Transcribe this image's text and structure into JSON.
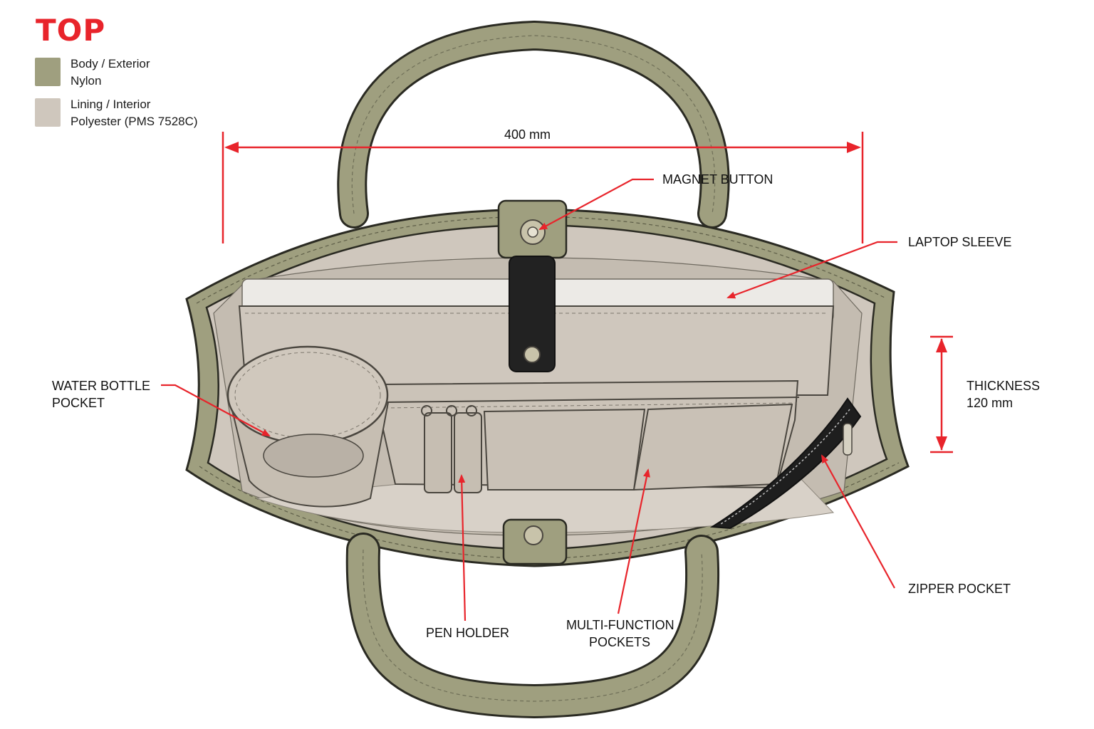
{
  "view_title": "TOP",
  "legend": [
    {
      "line1": "Body / Exterior",
      "line2": "Nylon",
      "color": "#9f9f7f"
    },
    {
      "line1": "Lining / Interior",
      "line2": "Polyester (PMS 7528C)",
      "color": "#cfc7bd"
    }
  ],
  "dimensions": {
    "width_label": "400 mm",
    "thickness_line1": "THICKNESS",
    "thickness_line2": "120 mm"
  },
  "callouts": {
    "magnet_button": "MAGNET BUTTON",
    "laptop_sleeve": "LAPTOP SLEEVE",
    "water_bottle_line1": "WATER BOTTLE",
    "water_bottle_line2": "POCKET",
    "pen_holder": "PEN HOLDER",
    "multi_function_line1": "MULTI-FUNCTION",
    "multi_function_line2": "POCKETS",
    "zipper_pocket": "ZIPPER POCKET"
  },
  "colors": {
    "accent_red": "#e8242b",
    "body_olive": "#9f9f7f",
    "lining_grey": "#cfc7bd",
    "strap_black": "#222222",
    "hardware_brass": "#c8c3aa"
  }
}
